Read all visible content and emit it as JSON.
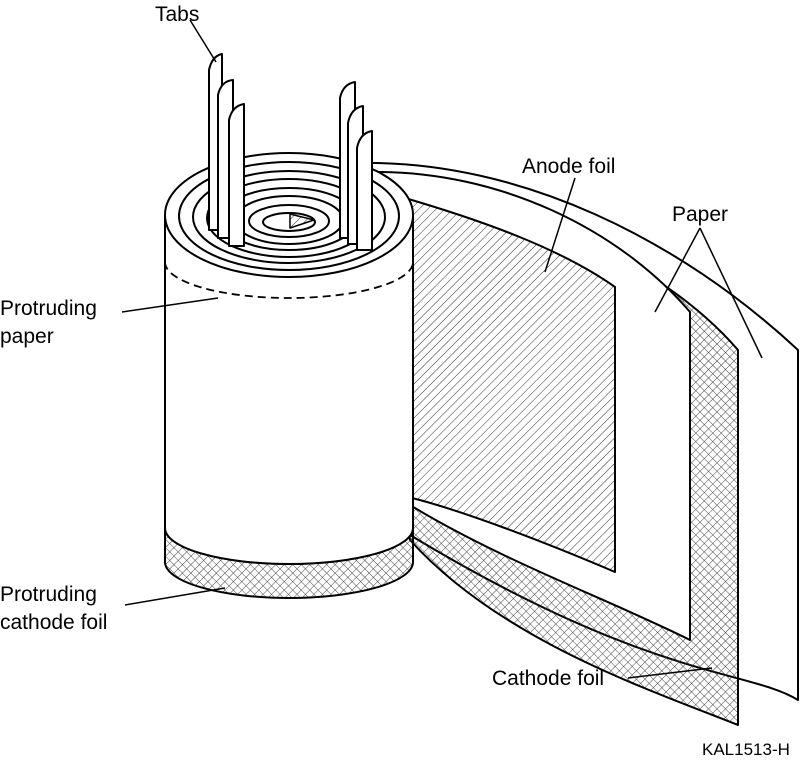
{
  "labels": {
    "tabs": "Tabs",
    "anode_foil": "Anode foil",
    "paper": "Paper",
    "protruding_paper_line1": "Protruding",
    "protruding_paper_line2": "paper",
    "protruding_cathode_line1": "Protruding",
    "protruding_cathode_line2": "cathode foil",
    "cathode_foil": "Cathode foil"
  },
  "figure_ref": "KAL1513-H",
  "colors": {
    "ink": "#000000",
    "background": "#ffffff",
    "hatch": "#333333"
  }
}
